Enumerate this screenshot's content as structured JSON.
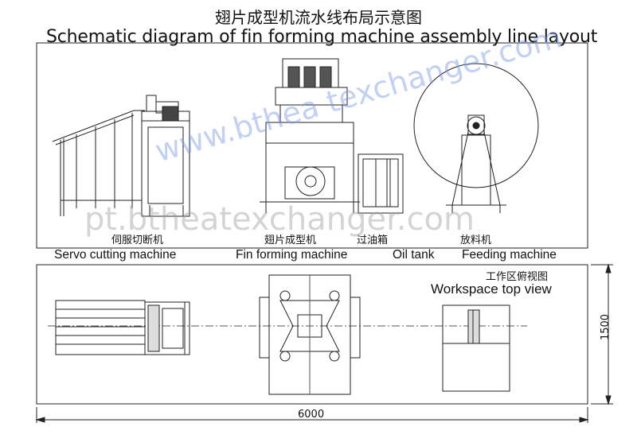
{
  "title": {
    "cn": "翅片成型机流水线布局示意图",
    "en": "Schematic diagram of fin forming machine assembly line layout"
  },
  "machines": [
    {
      "cn": "伺服切断机",
      "en": "Servo cutting machine"
    },
    {
      "cn": "翅片成型机",
      "en": "Fin forming machine"
    },
    {
      "cn": "过油箱",
      "en": "Oil tank"
    },
    {
      "cn": "放料机",
      "en": "Feeding machine"
    }
  ],
  "workspace": {
    "cn": "工作区俯视图",
    "en": "Workspace top view"
  },
  "dimensions": {
    "width": "6000",
    "height": "1500"
  },
  "watermarks": [
    "www.bthea texchanger.com",
    "pt.btheatexchanger.com"
  ]
}
